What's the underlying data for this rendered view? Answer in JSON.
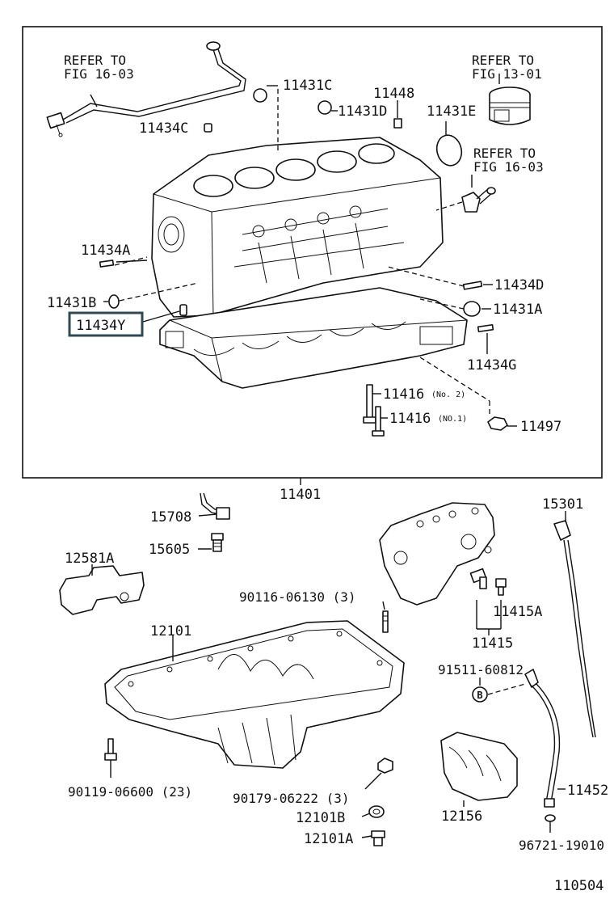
{
  "diagram": {
    "sheet_id": "110504",
    "callouts": {
      "refer_16_03_left_1": "REFER TO",
      "refer_16_03_left_2": "FIG 16-03",
      "refer_13_01_1": "REFER TO",
      "refer_13_01_2": "FIG 13-01",
      "refer_16_03_right_1": "REFER TO",
      "refer_16_03_right_2": "FIG 16-03"
    },
    "upper_group": {
      "assembly": "11401",
      "parts": {
        "p11431C": "11431C",
        "p11448": "11448",
        "p11431D": "11431D",
        "p11431E": "11431E",
        "p11434C": "11434C",
        "p11434A": "11434A",
        "p11431B": "11431B",
        "p11434Y": "11434Y",
        "p11434D": "11434D",
        "p11431A": "11431A",
        "p11434G": "11434G",
        "p11416_no2": "11416",
        "p11416_no2_note": "(No. 2)",
        "p11416_no1": "11416",
        "p11416_no1_note": "(NO.1)",
        "p11497": "11497"
      }
    },
    "lower_parts": {
      "p15301": "15301",
      "p15708": "15708",
      "p15605": "15605",
      "p12581A": "12581A",
      "p90116": "90116-06130 (3)",
      "p11415A": "11415A",
      "p11415": "11415",
      "p12101": "12101",
      "p91511": "91511-60812",
      "p11452": "11452",
      "p90119": "90119-06600 (23)",
      "p90179": "90179-06222 (3)",
      "p12156": "12156",
      "p12101B": "12101B",
      "p12101A": "12101A",
      "p96721": "96721-19010"
    },
    "highlighted_part": "11434Y",
    "colors": {
      "ink": "#111111",
      "highlight_border": "#2f4a52",
      "background": "#ffffff"
    }
  }
}
